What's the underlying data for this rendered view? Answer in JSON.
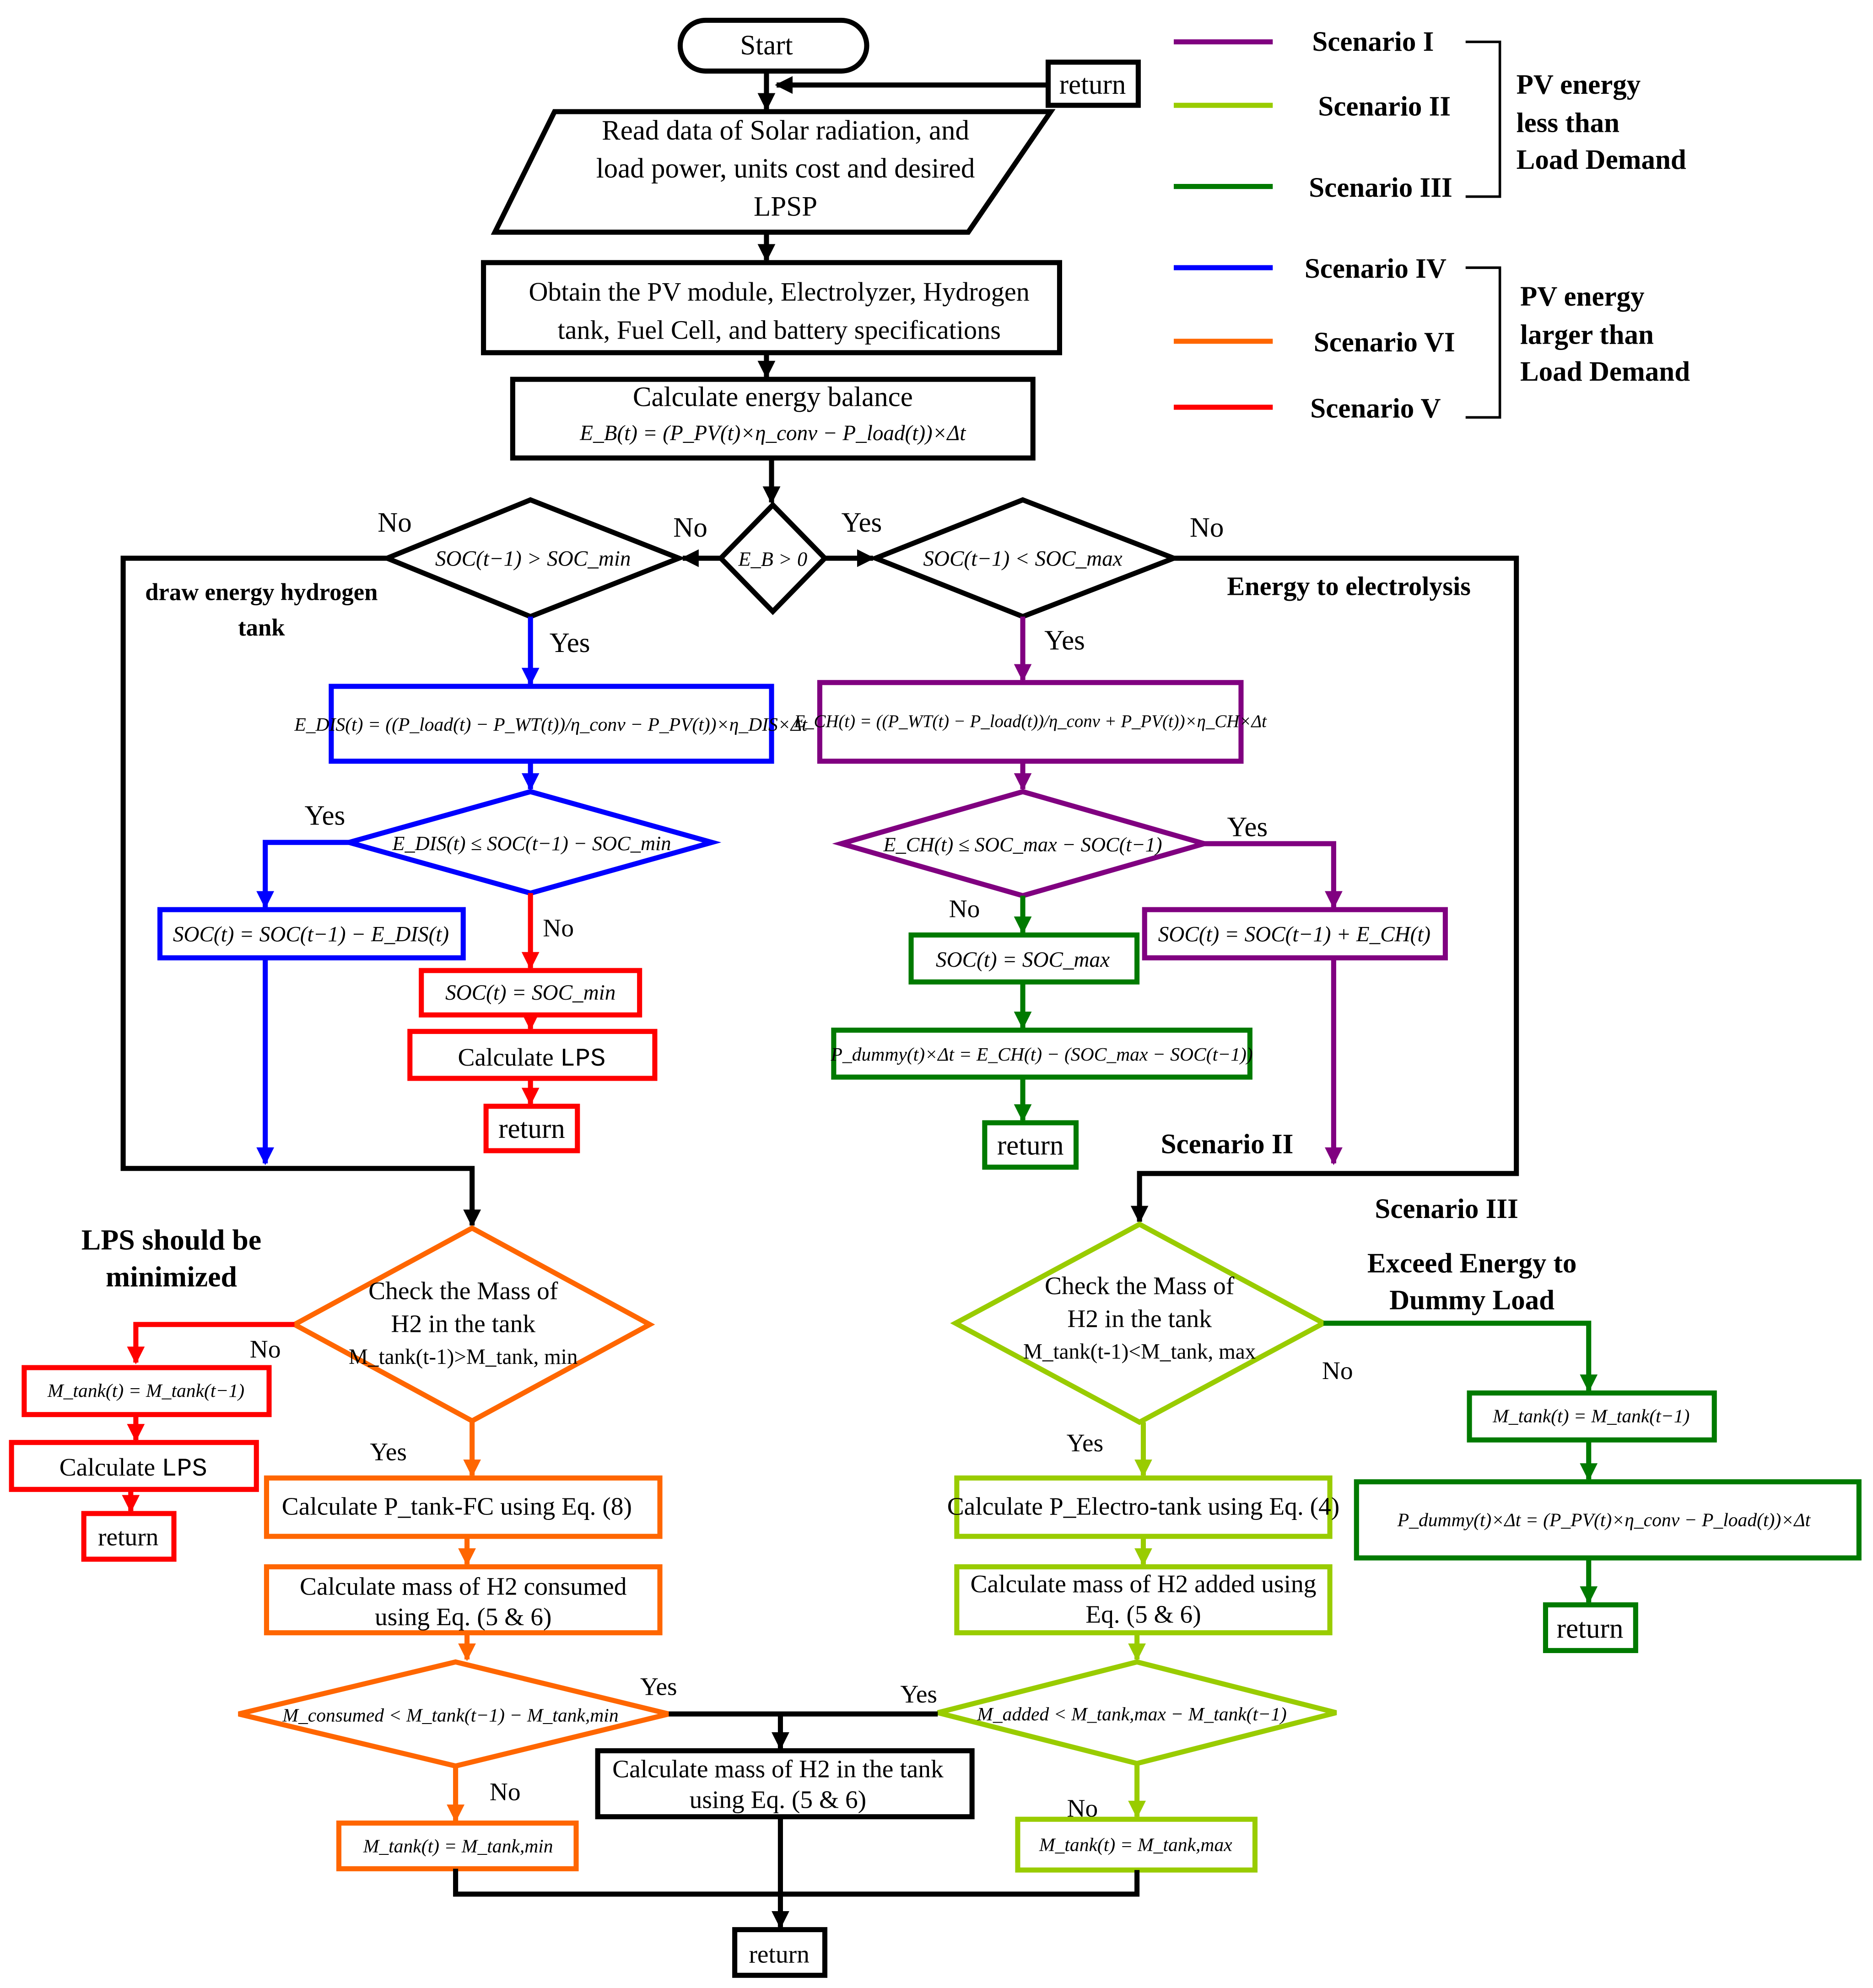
{
  "colors": {
    "black": "#000000",
    "scenario_I": "#800080",
    "scenario_II": "#99cc00",
    "scenario_III": "#007a00",
    "scenario_IV": "#0000ff",
    "scenario_VI": "#ff6600",
    "scenario_V": "#ff0000"
  },
  "legend": {
    "s1": "Scenario I",
    "s2": "Scenario II",
    "s3": "Scenario III",
    "s4": "Scenario IV",
    "s6": "Scenario VI",
    "s5": "Scenario V",
    "group1": [
      "PV energy",
      "less than",
      "Load Demand"
    ],
    "group2": [
      "PV energy",
      "larger than",
      "Load Demand"
    ]
  },
  "nodes": {
    "start": "Start",
    "return_top": "return",
    "read_data": [
      "Read data of Solar radiation, and",
      "load power, units cost and desired",
      "LPSP"
    ],
    "obtain": [
      "Obtain the PV module, Electrolyzer, Hydrogen",
      "tank, Fuel Cell, and battery specifications"
    ],
    "energy_balance_title": "Calculate energy balance",
    "energy_balance_eq": "E_B(t) = (P_PV(t)×η_conv − P_load(t))×Δt",
    "eb_decision": "E_B > 0",
    "soc_min_decision": "SOC(t−1) > SOC_min",
    "soc_max_decision": "SOC(t−1) < SOC_max",
    "edis_eq": "E_DIS(t) = ((P_load(t) − P_WT(t))/η_conv − P_PV(t))×η_DIS×Δt",
    "ech_eq": "E_CH(t) = ((P_WT(t) − P_load(t))/η_conv + P_PV(t))×η_CH×Δt",
    "edis_decision": "E_DIS(t) ≤ SOC(t−1) − SOC_min",
    "ech_decision": "E_CH(t) ≤ SOC_max − SOC(t−1)",
    "soc_dis_update": "SOC(t) = SOC(t−1) − E_DIS(t)",
    "soc_min_set": "SOC(t) = SOC_min",
    "calc_lps_label": "Calculate ",
    "calc_lps_code": "LPS",
    "return_red": "return",
    "soc_max_set": "SOC(t) = SOC_max",
    "pdummy_battery": "P_dummy(t)×Δt = E_CH(t) − (SOC_max − SOC(t−1))",
    "return_green": "return",
    "soc_ch_update": "SOC(t) = SOC(t−1) + E_CH(t)",
    "check_mass_min": [
      "Check the Mass of",
      "H2 in the tank",
      "M_tank(t-1)>M_tank, min"
    ],
    "check_mass_max": [
      "Check the Mass of",
      "H2 in the tank",
      "M_tank(t-1)<M_tank, max"
    ],
    "mtank_same_left": "M_tank(t) = M_tank(t−1)",
    "calc_lps_left_label": "Calculate ",
    "calc_lps_left_code": "LPS",
    "return_left": "return",
    "calc_ptank_fc": "Calculate P_tank-FC using Eq. (8)",
    "calc_mass_consumed": [
      "Calculate mass of H2  consumed",
      "using Eq. (5 & 6)"
    ],
    "consumed_decision": "M_consumed < M_tank(t−1) − M_tank,min",
    "mtank_min_set": "M_tank(t) = M_tank,min",
    "calc_pelectro": "Calculate P_Electro-tank using Eq. (4)",
    "calc_mass_added": [
      "Calculate mass of H2  added using",
      "Eq. (5 & 6)"
    ],
    "added_decision": "M_added < M_tank,max − M_tank(t−1)",
    "mtank_max_set": "M_tank(t) = M_tank,max",
    "calc_mass_tank": [
      "Calculate mass of H2  in the tank",
      "using Eq. (5 & 6)"
    ],
    "return_bottom": "return",
    "mtank_same_right": "M_tank(t) = M_tank(t−1)",
    "pdummy_excess": "P_dummy(t)×Δt = (P_PV(t)×η_conv − P_load(t))×Δt",
    "return_dummy": "return"
  },
  "labels": {
    "no_left_top": "No",
    "no_eb": "No",
    "yes_eb": "Yes",
    "no_right_top": "No",
    "draw_energy": [
      "draw energy hydrogen",
      "tank"
    ],
    "energy_to_electrolysis": "Energy to electrolysis",
    "yes_socmin": "Yes",
    "yes_socmax": "Yes",
    "yes_edis": "Yes",
    "no_edis": "No",
    "no_ech": "No",
    "yes_ech": "Yes",
    "scenario_ii_label": "Scenario II",
    "scenario_iii_label": "Scenario III",
    "exceed_energy": [
      "Exceed Energy to",
      "Dummy Load"
    ],
    "lps_minimized": [
      "LPS should be",
      "minimized"
    ],
    "no_mass_min": "No",
    "yes_mass_min": "Yes",
    "no_mass_max": "No",
    "yes_mass_max": "Yes",
    "yes_consumed": "Yes",
    "no_consumed": "No",
    "yes_added": "Yes",
    "no_added": "No"
  }
}
